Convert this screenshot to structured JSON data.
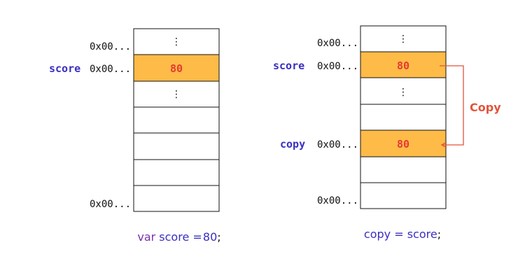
{
  "left_diagram": {
    "addresses": [
      "0x00...",
      "0x00...",
      "0x00..."
    ],
    "variable_label": "score",
    "highlighted_value": "80",
    "ellipsis": "⋮",
    "caption": {
      "keyword": "var",
      "identifier": "score",
      "operator": "=",
      "value": "80",
      "terminator": ";"
    }
  },
  "right_diagram": {
    "addresses": [
      "0x00...",
      "0x00...",
      "0x00...",
      "0x00..."
    ],
    "score_label": "score",
    "copy_label": "copy",
    "score_value": "80",
    "copy_value": "80",
    "ellipsis": "⋮",
    "arrow_label": "Copy",
    "caption": {
      "identifier": "copy",
      "operator": "=",
      "source": "score",
      "terminator": ";"
    }
  },
  "colors": {
    "highlight_fill": "#ffbb47",
    "value_text": "#e53935",
    "variable_text": "#3a2fc0",
    "keyword_text": "#7b2fa8",
    "arrow": "#e0553c"
  }
}
